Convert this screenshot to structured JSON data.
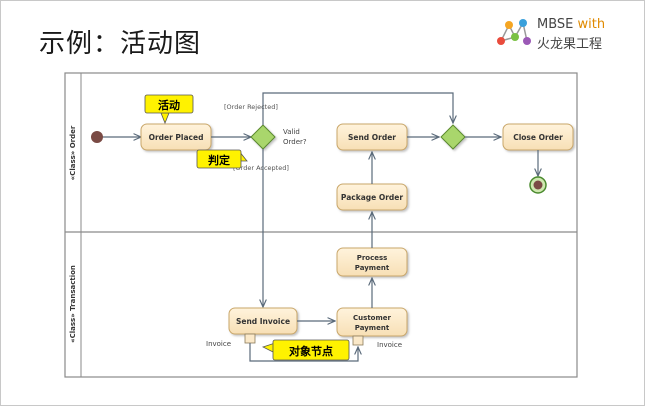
{
  "slide": {
    "title": "示例：活动图"
  },
  "logo": {
    "line1": "MBSE",
    "line1_with": "with",
    "line2": "火龙果工程"
  },
  "swimlanes": {
    "top": "«Class» Order",
    "bottom": "«Class» Transaction"
  },
  "actions": {
    "order_placed": "Order Placed",
    "send_order": "Send Order",
    "close_order": "Close Order",
    "package_order": "Package Order",
    "process_payment_1": "Process",
    "process_payment_2": "Payment",
    "send_invoice": "Send Invoice",
    "customer_payment_1": "Customer",
    "customer_payment_2": "Payment"
  },
  "decision": {
    "guard_1": "Valid",
    "guard_2": "Order?"
  },
  "guards": {
    "rejected": "[Order Rejected]",
    "accepted": "[Order Accepted]"
  },
  "pins": {
    "invoice_out": "Invoice",
    "invoice_in": "Invoice"
  },
  "callouts": {
    "activity": "活动",
    "decision": "判定",
    "object_node": "对象节点"
  },
  "colors": {
    "action_fill": "#fbe9c9",
    "action_stroke": "#c9a76a",
    "decision_fill": "#a9d66c",
    "callout_fill": "#fff200",
    "initial_fill": "#7a4a44",
    "line": "#5a6a7a"
  }
}
